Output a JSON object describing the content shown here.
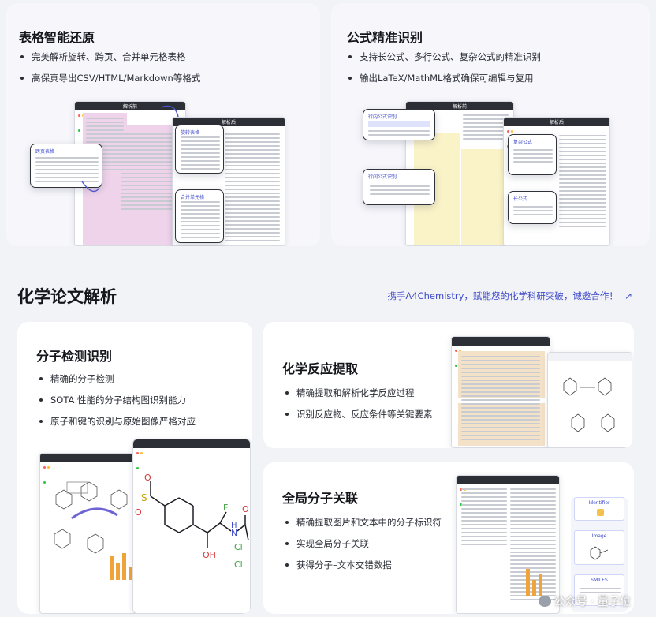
{
  "top_left": {
    "title": "表格智能还原",
    "bullets": [
      "完美解析旋转、跨页、合并单元格表格",
      "高保真导出CSV/HTML/Markdown等格式"
    ],
    "win1_title": "解析前",
    "win2_title": "解析后",
    "callout1": "跨页表格",
    "callout2": "旋转表格",
    "callout3": "合并单元格"
  },
  "top_right": {
    "title": "公式精准识别",
    "bullets": [
      "支持长公式、多行公式、复杂公式的精准识别",
      "输出LaTeX/MathML格式确保可编辑与复用"
    ],
    "win1_title": "解析前",
    "win2_title": "解析后",
    "callout1": "行内公式识别",
    "callout2": "行间公式识别",
    "callout3": "复杂公式",
    "callout4": "长公式"
  },
  "section": {
    "title": "化学论文解析",
    "partner": "携手A4Chemistry，赋能您的化学科研突破，诚邀合作！",
    "partner_arrow": "↗"
  },
  "mol_detect": {
    "title": "分子检测识别",
    "bullets": [
      "精确的分子检测",
      "SOTA 性能的分子结构图识别能力",
      "原子和键的识别与原始图像严格对应"
    ],
    "atoms": {
      "s": "S",
      "o1": "O",
      "o2": "O",
      "f": "F",
      "oh": "OH",
      "h": "H",
      "n": "N",
      "o3": "O",
      "cl1": "Cl",
      "cl2": "Cl"
    }
  },
  "reaction": {
    "title": "化学反应提取",
    "bullets": [
      "精确提取和解析化学反应过程",
      "识别反应物、反应条件等关键要素"
    ]
  },
  "global": {
    "title": "全局分子关联",
    "bullets": [
      "精确提取图片和文本中的分子标识符",
      "实现全局分子关联",
      "获得分子–文本交错数据"
    ],
    "panel_identifier": "Identifier",
    "panel_image": "Image",
    "panel_smiles": "SMILES"
  },
  "watermark": "公众号 · 量子位",
  "colors": {
    "accent": "#3d49c9",
    "pink": "#eed3ea",
    "yellow": "#fbf3c8",
    "orange": "#f0a33a"
  }
}
